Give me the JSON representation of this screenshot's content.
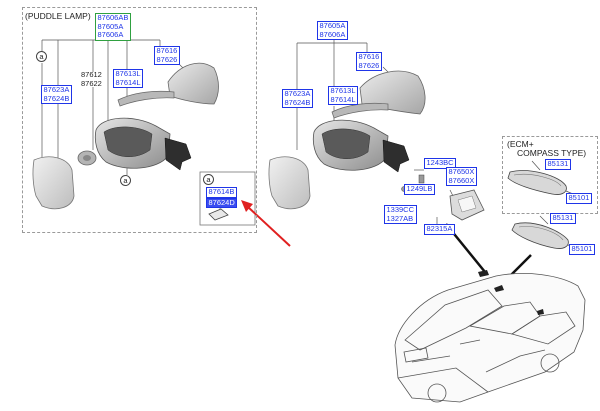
{
  "panels": {
    "puddle_lamp_title": "(PUDDLE LAMP)",
    "ecm_title_line1": "(ECM+",
    "ecm_title_line2": "COMPASS TYPE)"
  },
  "markers": {
    "a": "a"
  },
  "left": {
    "top_label": [
      "87606AB",
      "87605A",
      "87606A"
    ],
    "cover": [
      "87616",
      "87626"
    ],
    "lamp_small": [
      "87612",
      "87622"
    ],
    "arm": [
      "87613L",
      "87614L"
    ],
    "glass": [
      "87623A",
      "87624B"
    ],
    "inset_part": [
      "87614B",
      "87624D"
    ]
  },
  "right": {
    "top_label": [
      "87605A",
      "87606A"
    ],
    "cover": [
      "87616",
      "87626"
    ],
    "glass": [
      "87623A",
      "87624B"
    ],
    "arm": [
      "87613L",
      "87614L"
    ],
    "p1243": "1243BC",
    "p87650": [
      "87650X",
      "87660X"
    ],
    "p1249": "1249LB",
    "p1339": [
      "1339CC",
      "1327AB"
    ],
    "p82315": "82315A"
  },
  "ecm": {
    "p85131_top": "85131",
    "p85101": "85101",
    "p85131_bottom": "85131",
    "p85101_bottom": "85101"
  },
  "colors": {
    "label_border": "#1f35e8",
    "highlight": "#3a4df0",
    "arrow": "#e02020"
  }
}
